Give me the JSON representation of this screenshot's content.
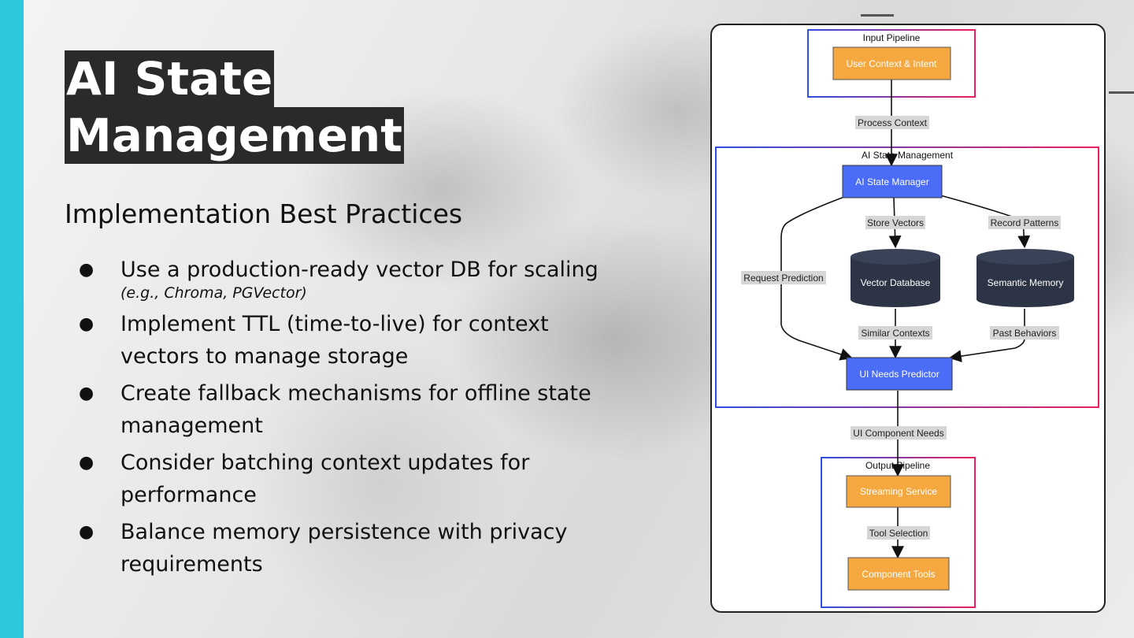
{
  "title": {
    "line1": "AI State",
    "line2": "Management"
  },
  "subtitle": "Implementation Best Practices",
  "bullets": [
    {
      "text": "Use a production-ready vector DB for scaling",
      "note": "(e.g., Chroma, PGVector)"
    },
    {
      "text": "Implement TTL (time-to-live) for context vectors to manage storage",
      "note": ""
    },
    {
      "text": "Create fallback mechanisms for offline state management",
      "note": ""
    },
    {
      "text": "Consider batching context updates for performance",
      "note": ""
    },
    {
      "text": "Balance memory persistence with privacy requirements",
      "note": ""
    }
  ],
  "bullet_symbol": "●",
  "diagram": {
    "groups": {
      "input": "Input Pipeline",
      "state": "AI State Management",
      "output": "Output Pipeline"
    },
    "nodes": {
      "user_context": "User Context & Intent",
      "state_manager": "AI State Manager",
      "vector_db": "Vector Database",
      "semantic_memory": "Semantic Memory",
      "predictor": "UI Needs Predictor",
      "streaming": "Streaming Service",
      "tools": "Component Tools"
    },
    "edges": {
      "process_context": "Process Context",
      "store_vectors": "Store Vectors",
      "record_patterns": "Record Patterns",
      "request_prediction": "Request Prediction",
      "similar_contexts": "Similar Contexts",
      "past_behaviors": "Past Behaviors",
      "ui_component_needs": "UI Component Needs",
      "tool_selection": "Tool Selection"
    },
    "colors": {
      "orange_node": "#f4a83f",
      "blue_node": "#4a6cf7",
      "dark_node": "#2d3446",
      "group_border_blue": "#2f4fe0",
      "group_border_pink": "#e8205f",
      "edge_label_bg": "#d6d6d6"
    }
  }
}
